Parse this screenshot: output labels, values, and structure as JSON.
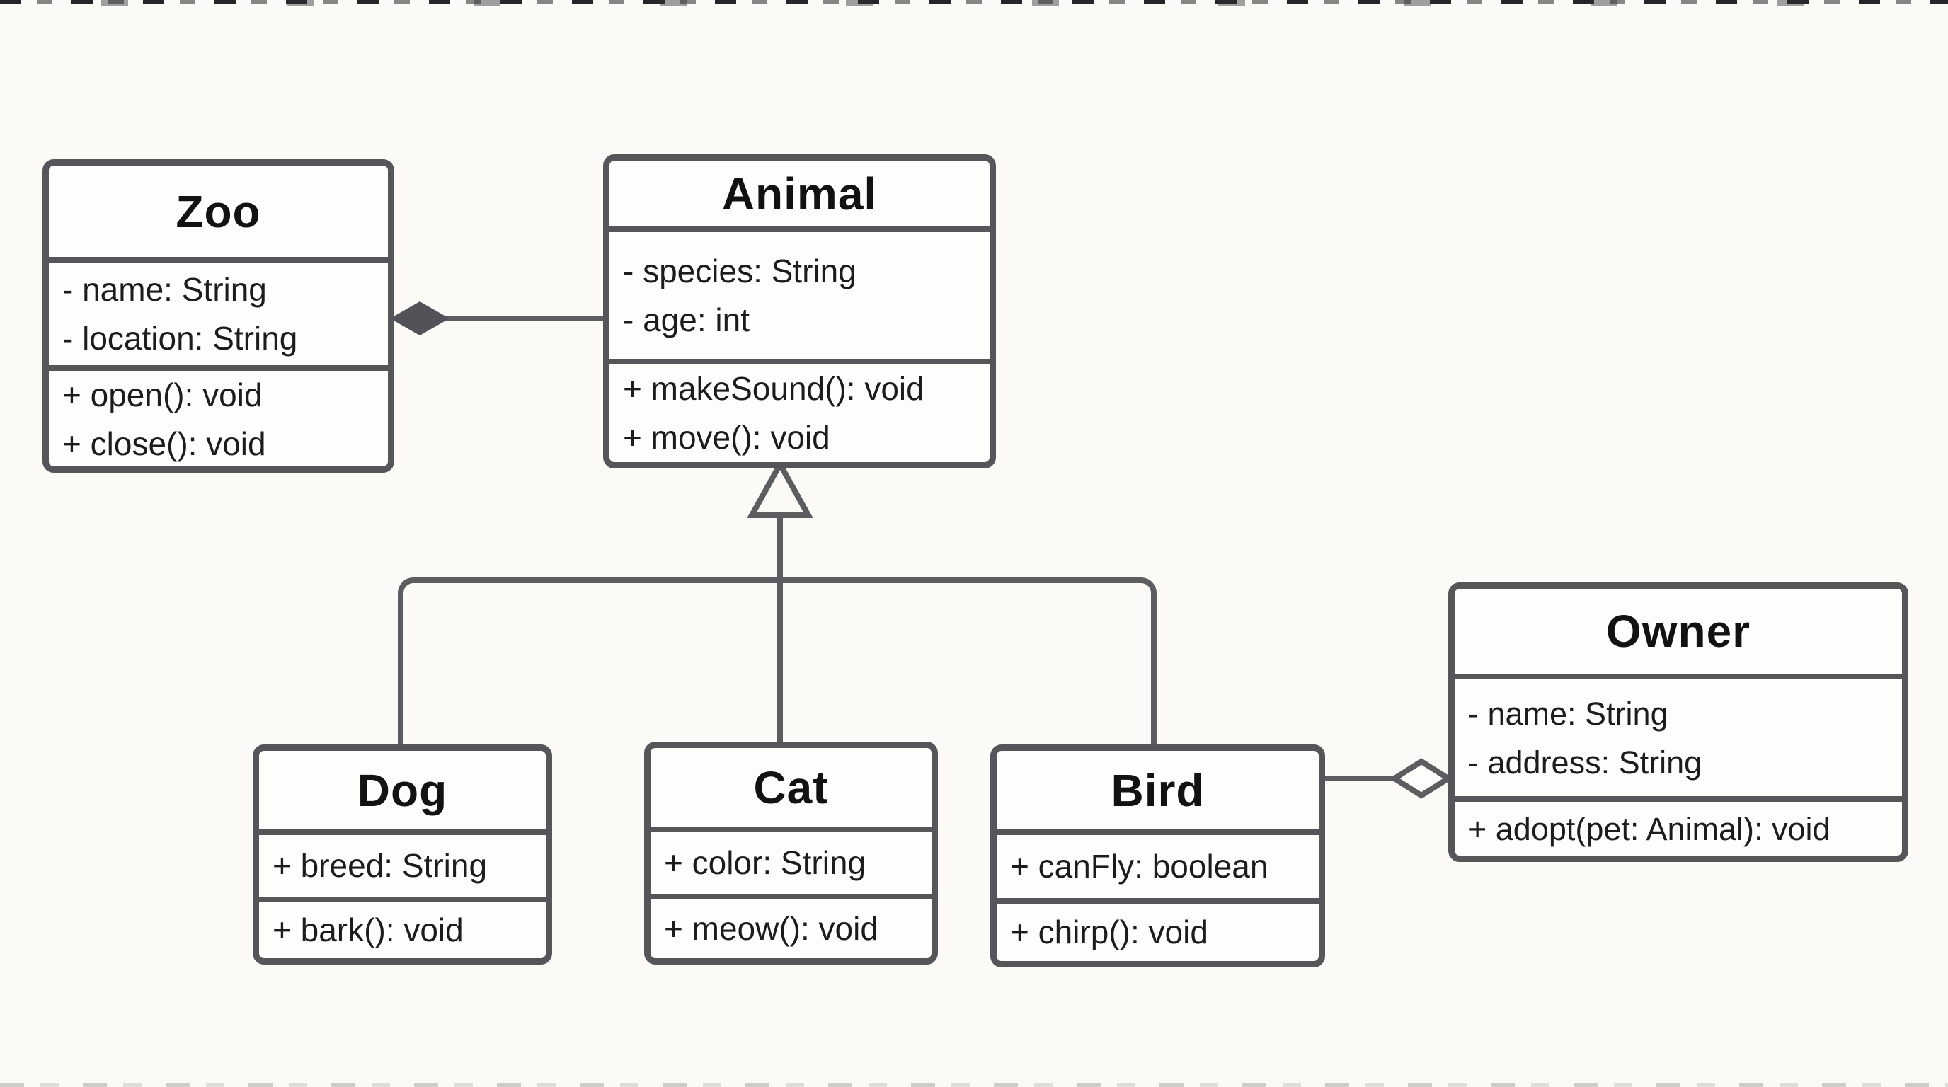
{
  "diagram": {
    "type": "uml-class-diagram",
    "classes": {
      "zoo": {
        "name": "Zoo",
        "attributes": [
          "- name: String",
          "- location: String"
        ],
        "methods": [
          "+ open(): void",
          "+ close(): void"
        ]
      },
      "animal": {
        "name": "Animal",
        "attributes": [
          "- species: String",
          "- age: int"
        ],
        "methods": [
          "+ makeSound(): void",
          "+ move(): void"
        ]
      },
      "dog": {
        "name": "Dog",
        "attributes": [
          "+ breed: String"
        ],
        "methods": [
          "+ bark(): void"
        ]
      },
      "cat": {
        "name": "Cat",
        "attributes": [
          "+ color: String"
        ],
        "methods": [
          "+ meow(): void"
        ]
      },
      "bird": {
        "name": "Bird",
        "attributes": [
          "+ canFly: boolean"
        ],
        "methods": [
          "+ chirp(): void"
        ]
      },
      "owner": {
        "name": "Owner",
        "attributes": [
          "- name: String",
          "- address: String"
        ],
        "methods": [
          "+ adopt(pet: Animal): void"
        ]
      }
    },
    "relationships": [
      {
        "from": "Zoo",
        "to": "Animal",
        "type": "composition",
        "diamond": "filled",
        "diamond_at": "Zoo"
      },
      {
        "from": "Dog",
        "to": "Animal",
        "type": "inheritance"
      },
      {
        "from": "Cat",
        "to": "Animal",
        "type": "inheritance"
      },
      {
        "from": "Bird",
        "to": "Animal",
        "type": "inheritance"
      },
      {
        "from": "Bird",
        "to": "Owner",
        "type": "aggregation",
        "diamond": "hollow",
        "diamond_at": "Owner"
      }
    ],
    "colors": {
      "background": "#fbfaf7",
      "box_fill": "#fdfdfb",
      "box_border": "#55565a",
      "connector": "#5c5d60",
      "composition_diamond_fill": "#515358",
      "text": "#1c1c1c"
    },
    "artifacts": {
      "top_edge": "row of dark cropped-text marks",
      "bottom_edge": "row of faint cropped-text marks"
    }
  }
}
